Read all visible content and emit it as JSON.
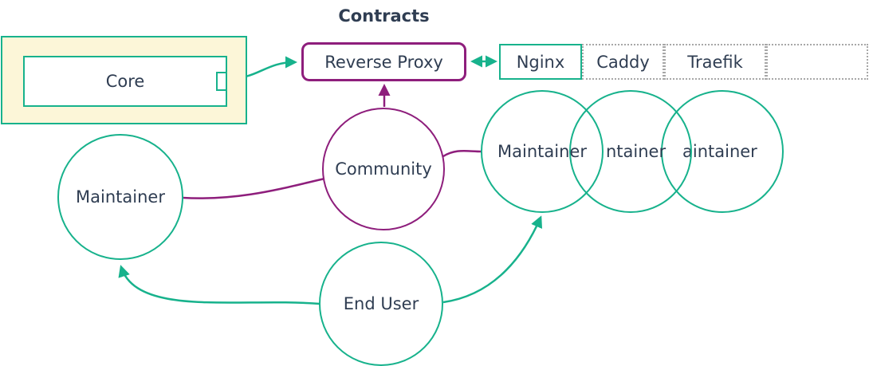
{
  "title": "Contracts",
  "colors": {
    "teal": "#17B28C",
    "purple": "#8E1E7C",
    "text": "#2F3D52",
    "cream": "#FCF6D8",
    "dotted": "#A7A7A7"
  },
  "core": {
    "label": "Core"
  },
  "reverse_proxy": {
    "label": "Reverse Proxy"
  },
  "proxy_options": {
    "cells": [
      {
        "label": "Nginx",
        "border": "solid-teal"
      },
      {
        "label": "Caddy",
        "border": "dotted-gray"
      },
      {
        "label": "Traefik",
        "border": "dotted-gray"
      },
      {
        "label": "",
        "border": "dotted-gray"
      }
    ]
  },
  "actors": {
    "community": "Community",
    "maintainer_left": "Maintainer",
    "maintainers_right": [
      "Maintainer",
      "ntainer",
      "aintainer"
    ],
    "end_user": "End User"
  },
  "edges": [
    {
      "id": "core-to-reverse-proxy",
      "from": "Core",
      "to": "Reverse Proxy",
      "color": "teal",
      "arrows": "end"
    },
    {
      "id": "reverse-proxy-nginx",
      "from": "Reverse Proxy",
      "to": "Nginx",
      "color": "teal",
      "arrows": "both"
    },
    {
      "id": "community-to-reverse-proxy",
      "from": "Community",
      "to": "Reverse Proxy",
      "color": "purple",
      "arrows": "end"
    },
    {
      "id": "community-maintainer-left",
      "from": "Community",
      "to": "Maintainer (left)",
      "color": "purple",
      "arrows": "none"
    },
    {
      "id": "community-maintainer-right",
      "from": "Community",
      "to": "Maintainer (right group)",
      "color": "purple",
      "arrows": "none"
    },
    {
      "id": "enduser-to-maintainer-left",
      "from": "End User",
      "to": "Maintainer (left)",
      "color": "teal",
      "arrows": "end"
    },
    {
      "id": "enduser-to-maintainer-right",
      "from": "End User",
      "to": "Maintainer (right group)",
      "color": "teal",
      "arrows": "end"
    }
  ]
}
